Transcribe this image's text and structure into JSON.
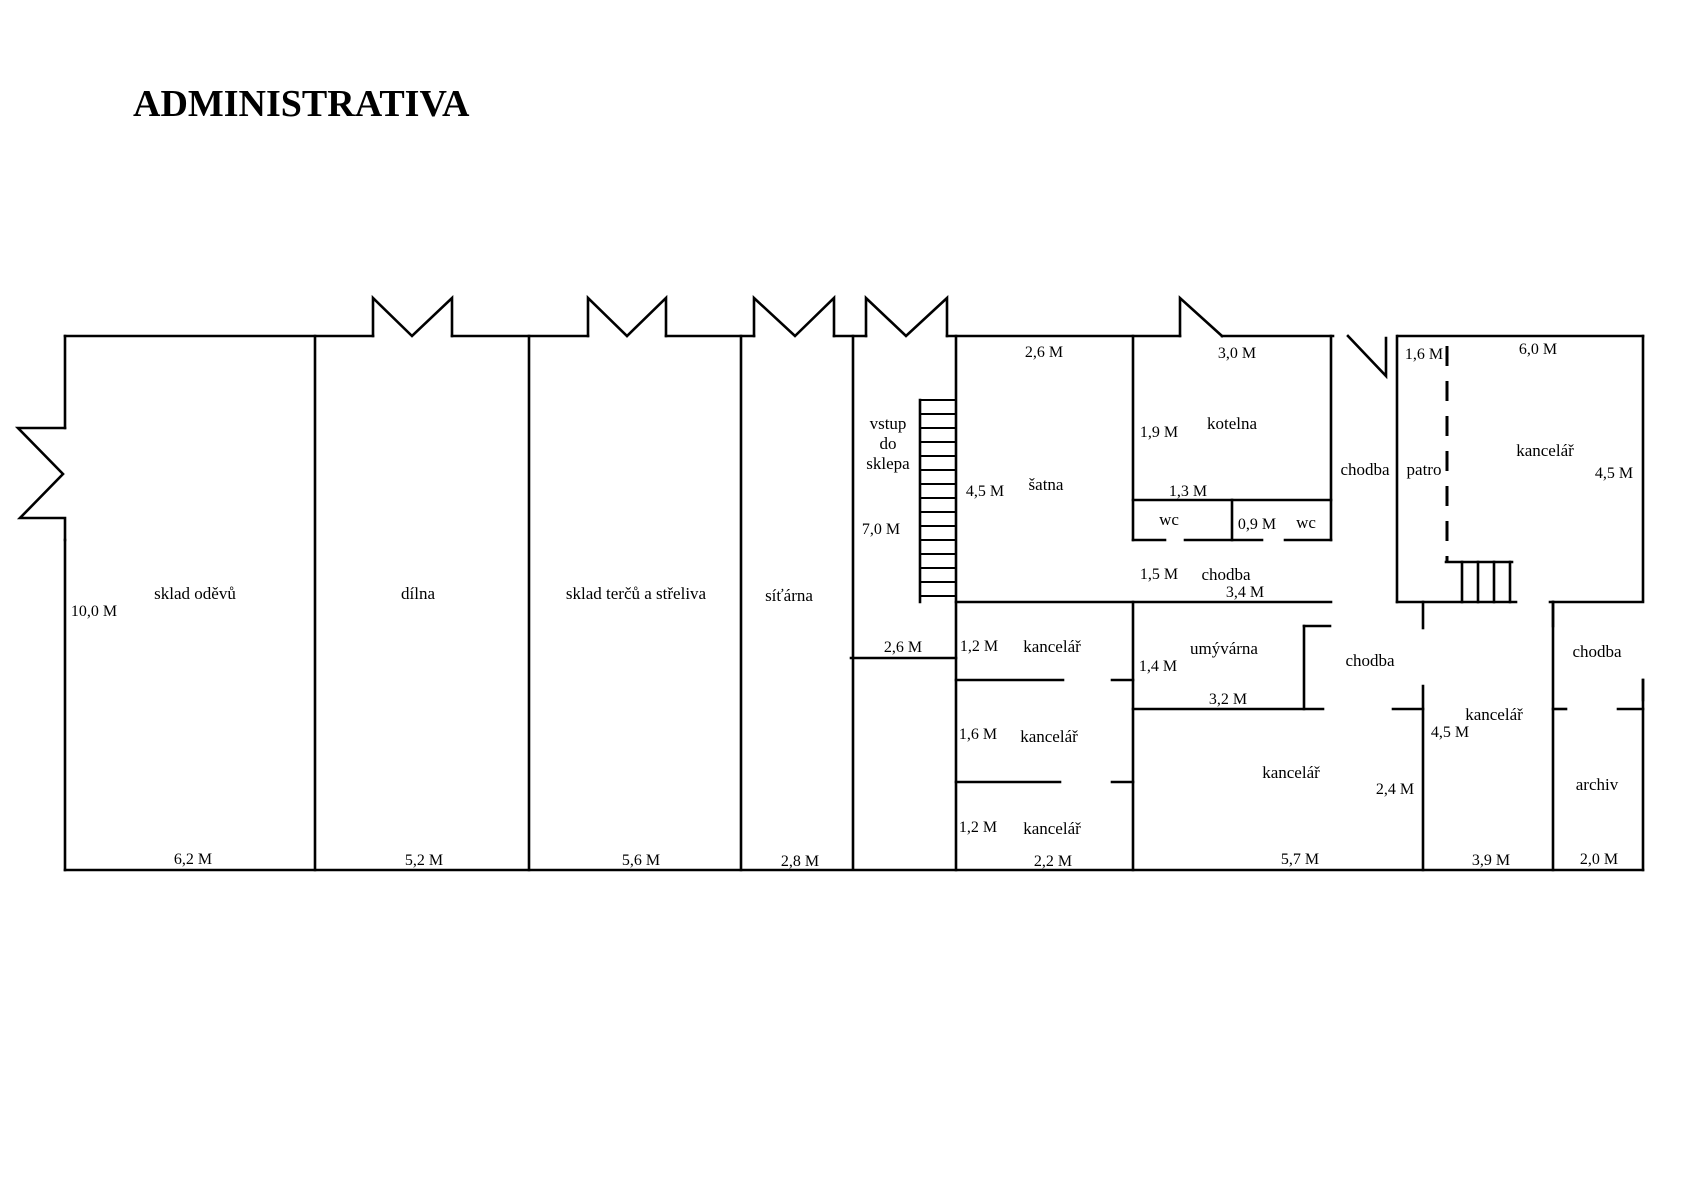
{
  "title": "ADMINISTRATIVA",
  "rooms": {
    "sklad_odevu": "sklad oděvů",
    "dilna": "dílna",
    "sklad_tercu": "sklad terčů a střeliva",
    "sitarna": "síťárna",
    "vstup_line1": "vstup",
    "vstup_line2": "do",
    "vstup_line3": "sklepa",
    "satna": "šatna",
    "kotelna": "kotelna",
    "wc_1": "wc",
    "wc_2": "wc",
    "chodba_1": "chodba",
    "chodba_2": "chodba",
    "chodba_3": "chodba",
    "chodba_4": "chodba",
    "patro": "patro",
    "kancelar_1": "kancelář",
    "umyvarna": "umývárna",
    "kancelar_2": "kancelář",
    "kancelar_3": "kancelář",
    "kancelar_4": "kancelář",
    "kancelar_5": "kancelář",
    "kancelar_6": "kancelář",
    "archiv": "archiv"
  },
  "dimensions": {
    "d_10_0": "10,0 M",
    "d_6_2": "6,2 M",
    "d_5_2": "5,2 M",
    "d_5_6": "5,6 M",
    "d_2_8": "2,8 M",
    "d_7_0": "7,0 M",
    "d_2_6_top": "2,6 M",
    "d_2_6_vstup": "2,6 M",
    "d_4_5_satna": "4,5 M",
    "d_3_0": "3,0 M",
    "d_1_9": "1,9 M",
    "d_1_3": "1,3 M",
    "d_0_9": "0,9 M",
    "d_1_5": "1,5 M",
    "d_3_4": "3,4 M",
    "d_1_6_top": "1,6 M",
    "d_6_0": "6,0 M",
    "d_4_5_right": "4,5 M",
    "d_1_2_a": "1,2 M",
    "d_1_6_k": "1,6 M",
    "d_1_2_b": "1,2 M",
    "d_2_2": "2,2 M",
    "d_1_4": "1,4 M",
    "d_3_2": "3,2 M",
    "d_5_7": "5,7 M",
    "d_2_4": "2,4 M",
    "d_4_5_k": "4,5 M",
    "d_3_9": "3,9 M",
    "d_2_0": "2,0 M"
  }
}
